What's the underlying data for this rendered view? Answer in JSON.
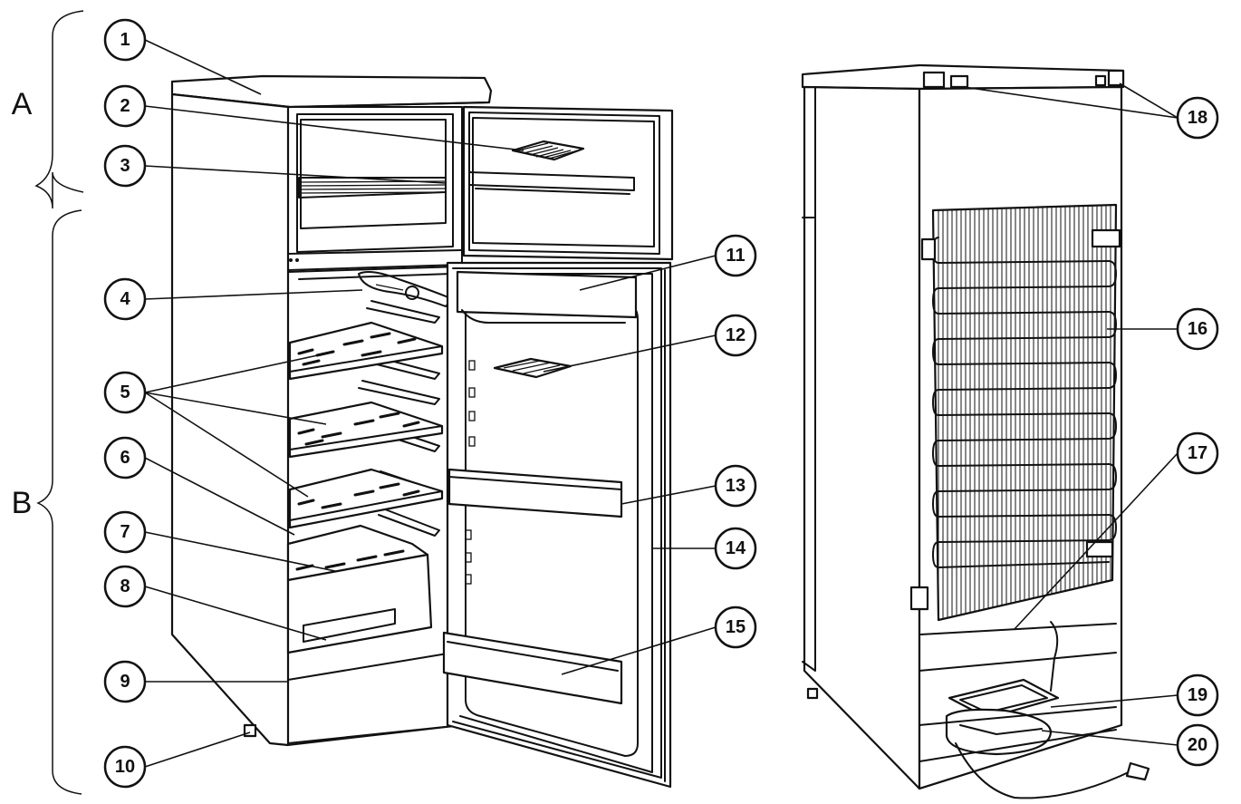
{
  "sections": [
    {
      "id": "A",
      "label": "A"
    },
    {
      "id": "B",
      "label": "B"
    }
  ],
  "callouts": [
    {
      "id": "c1",
      "label": "1"
    },
    {
      "id": "c2",
      "label": "2"
    },
    {
      "id": "c3",
      "label": "3"
    },
    {
      "id": "c4",
      "label": "4"
    },
    {
      "id": "c5",
      "label": "5"
    },
    {
      "id": "c6",
      "label": "6"
    },
    {
      "id": "c7",
      "label": "7"
    },
    {
      "id": "c8",
      "label": "8"
    },
    {
      "id": "c9",
      "label": "9"
    },
    {
      "id": "c10",
      "label": "10"
    },
    {
      "id": "c11",
      "label": "11"
    },
    {
      "id": "c12",
      "label": "12"
    },
    {
      "id": "c13",
      "label": "13"
    },
    {
      "id": "c14",
      "label": "14"
    },
    {
      "id": "c15",
      "label": "15"
    },
    {
      "id": "c16",
      "label": "16"
    },
    {
      "id": "c17",
      "label": "17"
    },
    {
      "id": "c18",
      "label": "18"
    },
    {
      "id": "c19",
      "label": "19"
    },
    {
      "id": "c20",
      "label": "20"
    }
  ]
}
